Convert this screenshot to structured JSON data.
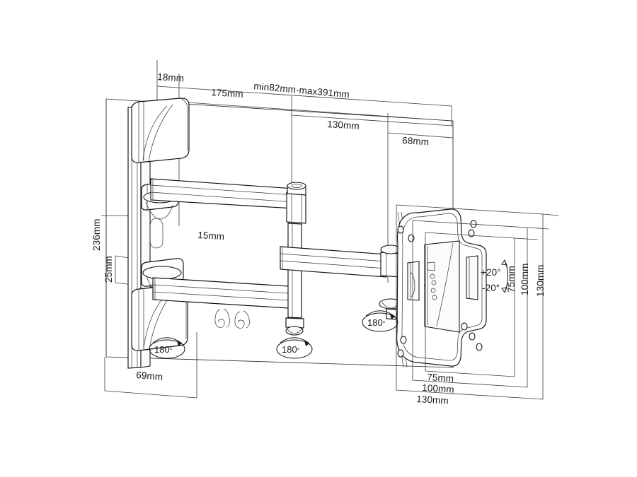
{
  "drawing": {
    "title": "TV Wall Mount Articulating Arm Technical Drawing",
    "type": "technical-line-drawing",
    "background_color": "#ffffff",
    "line_color": "#1a1a1a"
  },
  "dimensions": {
    "top": [
      {
        "id": "d-18mm",
        "label": "18mm"
      },
      {
        "id": "d-175mm",
        "label": "175mm"
      },
      {
        "id": "d-extension",
        "label": "min82mm-max391mm"
      },
      {
        "id": "d-130mm",
        "label": "130mm"
      },
      {
        "id": "d-68mm",
        "label": "68mm"
      }
    ],
    "left": [
      {
        "id": "d-236mm",
        "label": "236mm",
        "orientation": "vertical"
      },
      {
        "id": "d-25mm",
        "label": "25mm",
        "orientation": "vertical"
      }
    ],
    "interior": [
      {
        "id": "d-15mm",
        "label": "15mm"
      }
    ],
    "bottom_left": [
      {
        "id": "d-69mm",
        "label": "69mm"
      }
    ],
    "vesa_vertical": [
      {
        "id": "d-v75mm",
        "label": "75mm",
        "orientation": "vertical"
      },
      {
        "id": "d-v100mm",
        "label": "100mm",
        "orientation": "vertical"
      },
      {
        "id": "d-v130mm",
        "label": "130mm",
        "orientation": "vertical"
      }
    ],
    "vesa_horizontal": [
      {
        "id": "d-h75mm",
        "label": "75mm"
      },
      {
        "id": "d-h100mm",
        "label": "100mm"
      },
      {
        "id": "d-h130mm",
        "label": "130mm"
      }
    ]
  },
  "tilt": {
    "up_label": "+20°",
    "down_label": "-20°"
  },
  "rotation_badges": [
    {
      "id": "rot-wallplate",
      "label": "180",
      "degree": "°"
    },
    {
      "id": "rot-midjoint",
      "label": "180",
      "degree": "°"
    },
    {
      "id": "rot-headjoint",
      "label": "180",
      "degree": "°"
    }
  ]
}
